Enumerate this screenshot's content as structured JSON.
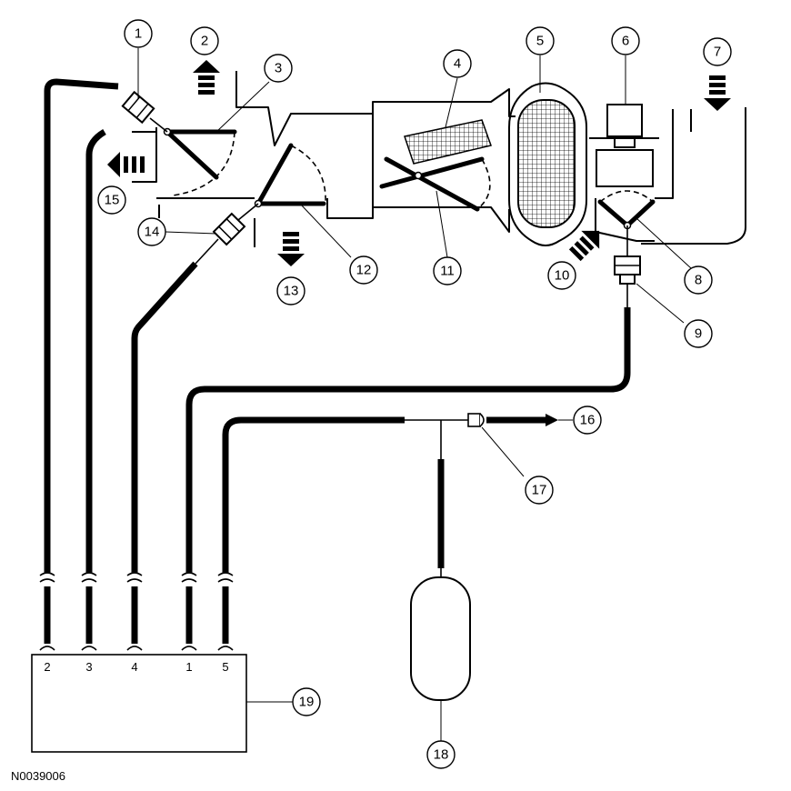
{
  "callouts": [
    "1",
    "2",
    "3",
    "4",
    "5",
    "6",
    "7",
    "8",
    "9",
    "10",
    "11",
    "12",
    "13",
    "14",
    "15",
    "16",
    "17",
    "18",
    "19"
  ],
  "pins": [
    "2",
    "3",
    "4",
    "1",
    "5"
  ],
  "figure_id": "N0039006",
  "colors": {
    "line": "#000000",
    "background": "#ffffff"
  }
}
